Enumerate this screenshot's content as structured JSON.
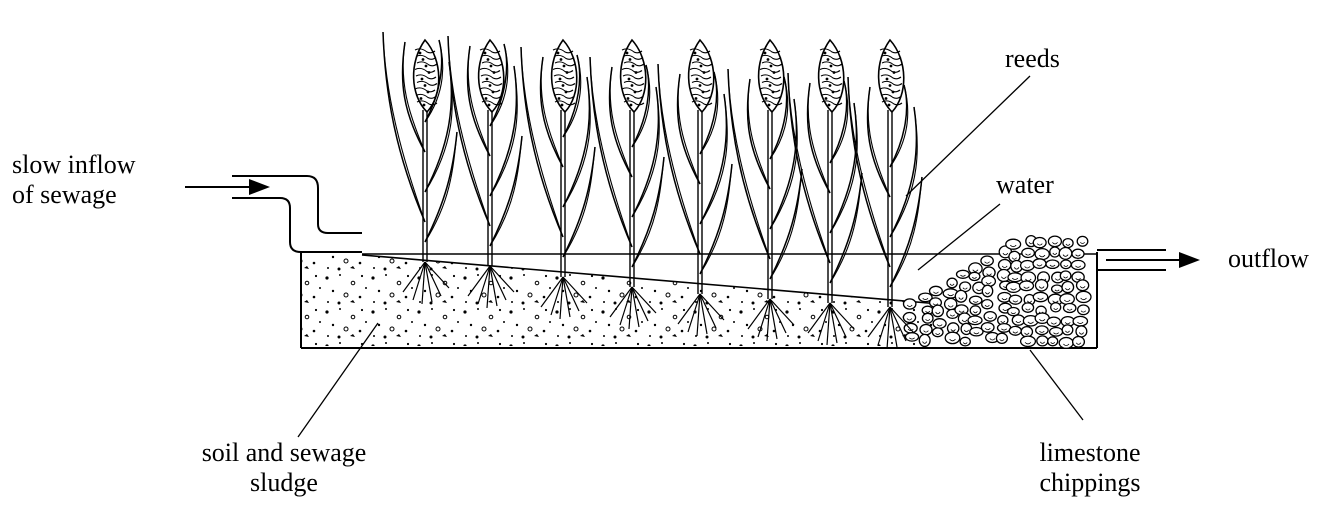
{
  "diagram": {
    "labels": {
      "inflow": [
        "slow inflow",
        "of sewage"
      ],
      "reeds": "reeds",
      "water": "water",
      "outflow": "outflow",
      "soil": [
        "soil and sewage",
        "sludge"
      ],
      "limestone": [
        "limestone",
        "chippings"
      ]
    },
    "reed_count": 8
  }
}
